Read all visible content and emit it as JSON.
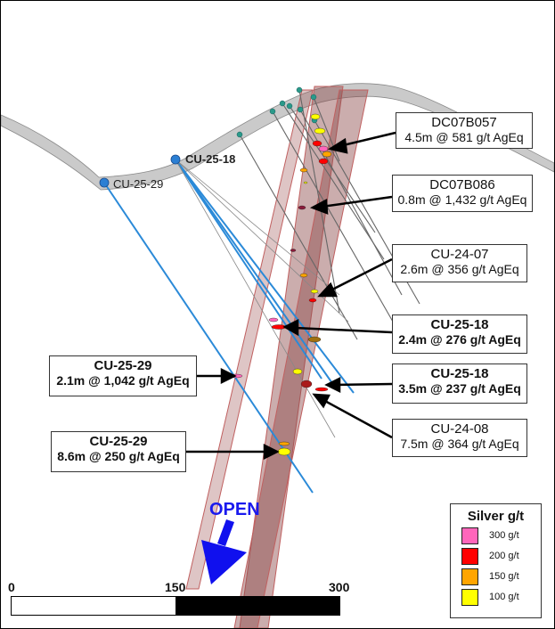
{
  "callouts": [
    {
      "hole": "DC07B057",
      "grade": "4.5m @ 581 g/t AgEq",
      "bold": false
    },
    {
      "hole": "DC07B086",
      "grade": "0.8m @ 1,432 g/t AgEq",
      "bold": false
    },
    {
      "hole": "CU-24-07",
      "grade": "2.6m @ 356 g/t AgEq",
      "bold": false
    },
    {
      "hole": "CU-25-18",
      "grade": "2.4m @ 276 g/t AgEq",
      "bold": true
    },
    {
      "hole": "CU-25-18",
      "grade": "3.5m @ 237 g/t AgEq",
      "bold": true
    },
    {
      "hole": "CU-24-08",
      "grade": "7.5m @ 364 g/t AgEq",
      "bold": false
    },
    {
      "hole": "CU-25-29",
      "grade": "2.1m @ 1,042 g/t AgEq",
      "bold": true
    },
    {
      "hole": "CU-25-29",
      "grade": "8.6m @ 250 g/t AgEq",
      "bold": true
    }
  ],
  "collars": [
    {
      "label": "CU-25-29"
    },
    {
      "label": "CU-25-18"
    }
  ],
  "open_label": "OPEN",
  "legend": {
    "title": "Silver g/t",
    "items": [
      {
        "label": "300 g/t",
        "color": "#ff66bb"
      },
      {
        "label": "200 g/t",
        "color": "#ff0000"
      },
      {
        "label": "150 g/t",
        "color": "#ffa500"
      },
      {
        "label": "100 g/t",
        "color": "#ffff00"
      }
    ]
  },
  "scale": {
    "labels": [
      "0",
      "150",
      "300"
    ]
  },
  "colors": {
    "vein": "#8b4a4a",
    "drill_new": "#2b8ad8",
    "drill_old": "#666666",
    "collar_old": "#2a9a8a",
    "topo": "#b0b0b0",
    "open_arrow": "#1010ee"
  }
}
